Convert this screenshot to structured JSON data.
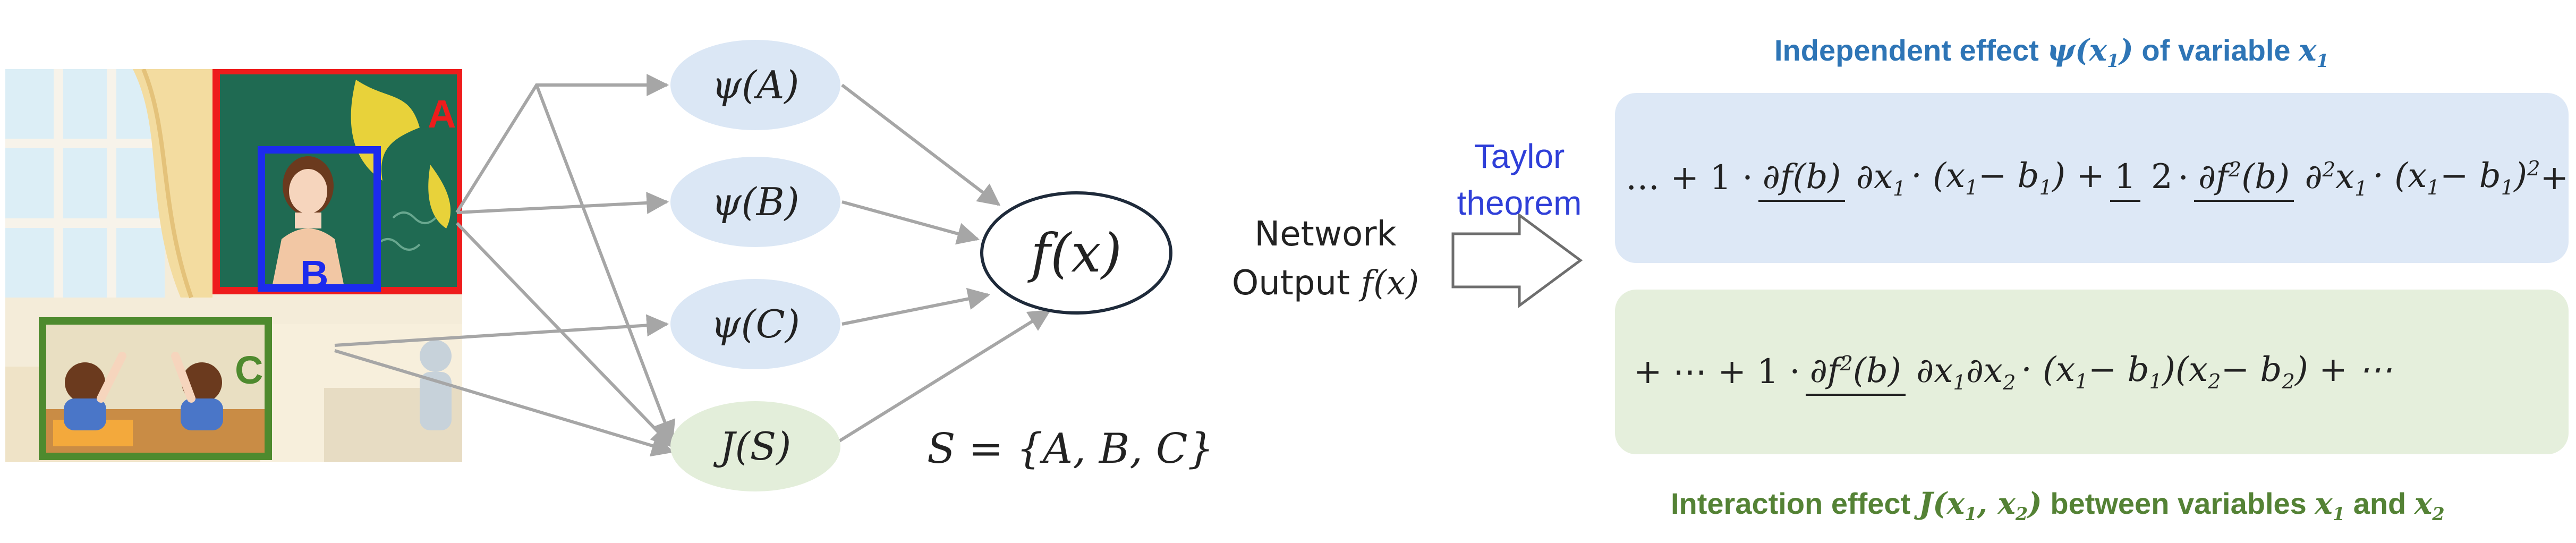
{
  "image_regions": [
    {
      "label": "A",
      "color": "#ee1c1c"
    },
    {
      "label": "B",
      "color": "#1c2bee"
    },
    {
      "label": "C",
      "color": "#4e8a2e"
    }
  ],
  "nodes": {
    "psi_a": "ψ(A)",
    "psi_b": "ψ(B)",
    "psi_c": "ψ(C)",
    "j_s": "J(S)",
    "output": "f(x)"
  },
  "set_definition": "S = {A, B, C}",
  "network_output": {
    "line1": "Network",
    "line2": "Output",
    "fx": "f(x)"
  },
  "taylor": {
    "line1": "Taylor",
    "line2": "theorem",
    "color": "#2f3fd8"
  },
  "independent_caption": {
    "prefix": "Independent effect ",
    "psi": "ψ",
    "arg": "(x",
    "sub": "1",
    "close": ")",
    "middle": " of variable ",
    "var": "x",
    "var_sub": "1",
    "color": "#2e75b6"
  },
  "interaction_caption": {
    "prefix": "Interaction effect ",
    "J": "J",
    "args": "(x",
    "sub1": "1",
    "comma": ", x",
    "sub2": "2",
    "close": ")",
    "middle": " between variables ",
    "v1": "x",
    "v1_sub": "1",
    "and": " and ",
    "v2": "x",
    "v2_sub": "2",
    "color": "#548235"
  },
  "eq_top": {
    "lead": "… + 1 · ",
    "f1_num": "∂f(b)",
    "f1_den": "∂x",
    "f1_den_sub": "1",
    "t1": " · (x",
    "t1_sub": "1",
    "t1b": " − b",
    "t1b_sub": "1",
    "t1c": ") + ",
    "half_num": "1",
    "half_den": "2",
    "dot": " · ",
    "f2_num": "∂f",
    "f2_num_sup": "2",
    "f2_num_tail": "(b)",
    "f2_den": "∂",
    "f2_den_sup": "2",
    "f2_den_x": "x",
    "f2_den_sub": "1",
    "t2": " · (x",
    "t2_sub": "1",
    "t2b": " − b",
    "t2b_sub": "1",
    "t2c": ")",
    "t2_sup": "2",
    "tail": " + ⋯"
  },
  "eq_bottom": {
    "lead": "+ ⋯ + 1 · ",
    "f_num": "∂f",
    "f_num_sup": "2",
    "f_num_tail": "(b)",
    "f_den": "∂x",
    "f_den_sub1": "1",
    "f_den_mid": "∂x",
    "f_den_sub2": "2",
    "t1": " · (x",
    "t1_sub": "1",
    "t1b": " − b",
    "t1b_sub": "1",
    "t1c": ")(x",
    "t2_sub": "2",
    "t2b": " − b",
    "t2b_sub": "2",
    "t2c": ") + ⋯"
  },
  "colors": {
    "panel_blue": "#dde8f6",
    "panel_green": "#e5efdc",
    "node_blue": "#dbe7f5",
    "node_green": "#e3eeda",
    "arrow": "#a6a6a6"
  }
}
